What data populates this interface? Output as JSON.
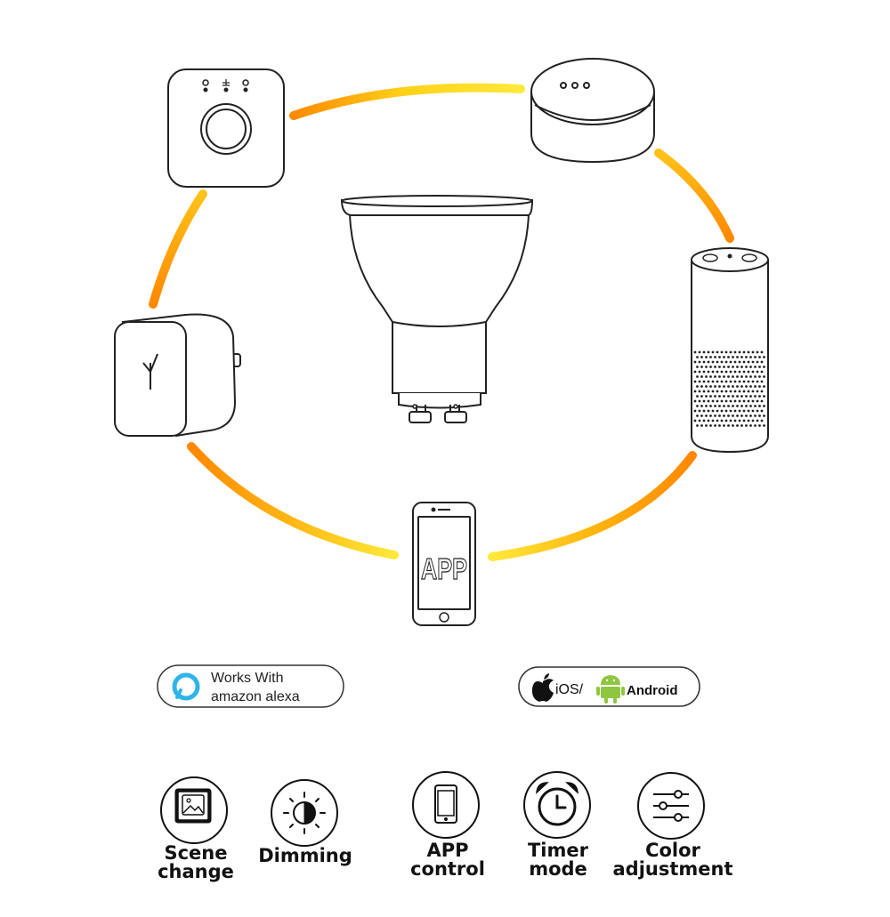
{
  "phone": {
    "screen_text": "APP"
  },
  "badges": {
    "alexa": {
      "line1": "Works With",
      "line2": "amazon alexa"
    },
    "platforms": {
      "ios": "iOS/",
      "android": "Android"
    }
  },
  "features": [
    {
      "label": "Scene\nchange",
      "icon": "scene-change-icon"
    },
    {
      "label": "Dimming",
      "icon": "dimming-icon"
    },
    {
      "label": "APP\ncontrol",
      "icon": "smartphone-icon"
    },
    {
      "label": "Timer\nmode",
      "icon": "alarm-clock-icon"
    },
    {
      "label": "Color\nadjustment",
      "icon": "sliders-icon"
    }
  ],
  "colors": {
    "arc_start": "#ffe23a",
    "arc_end": "#ff8a00",
    "alexa_ring": "#2fb4e9",
    "android_green": "#8ec63f"
  }
}
